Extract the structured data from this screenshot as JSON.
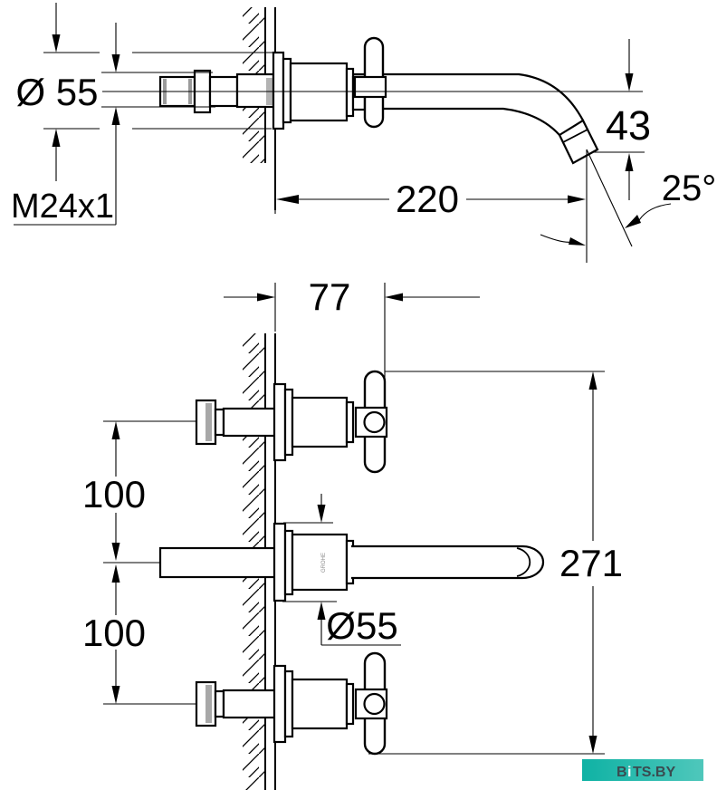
{
  "page": {
    "background": "#ffffff",
    "line_color": "#000000"
  },
  "top_view": {
    "diameter": "Ø 55",
    "thread": "M24x1",
    "projection": "220",
    "outlet_drop": "43",
    "outlet_angle": "25°"
  },
  "front_view": {
    "wall_depth": "77",
    "upper_spacing": "100",
    "lower_spacing": "100",
    "rosette_diameter": "Ø55",
    "overall_height": "271",
    "body_logo": "GROHE"
  },
  "watermark": {
    "part1": "B",
    "part2": "i",
    "part3": "TS.BY",
    "teal_left": "#0fb2a4",
    "teal_right": "#4fc7bb",
    "text_color": "#3a4b50",
    "i_color": "#ffffff"
  }
}
